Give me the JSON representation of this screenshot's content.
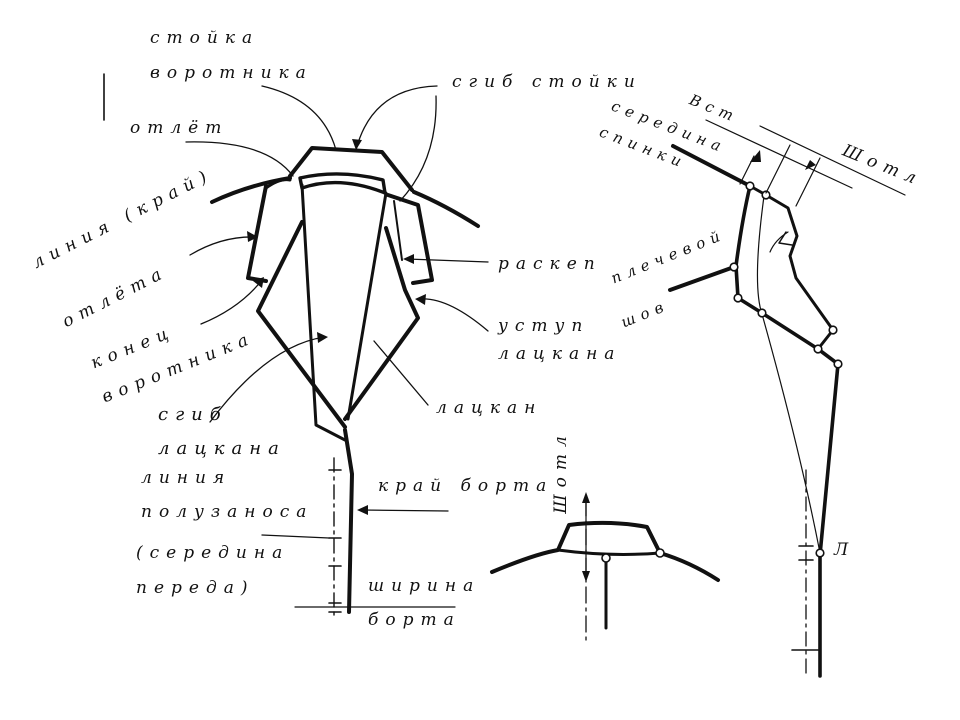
{
  "labels": {
    "stand_collar_line1": "стойка",
    "stand_collar_line2": "воротника",
    "stand_fold": "сгиб стойки",
    "otlyot": "отлёт",
    "otlyot_edge_line1": "линия (край)",
    "otlyot_edge_line2": "отлёта",
    "collar_end_line1": "конец",
    "collar_end_line2": "воротника",
    "notch": "раскеп",
    "lapel_step_line1": "уступ",
    "lapel_step_line2": "лацкана",
    "lapel": "лацкан",
    "lapel_fold_line1": "сгиб",
    "lapel_fold_line2": "лацкана",
    "half_overlap_line1": "линия",
    "half_overlap_line2": "полузаноса",
    "front_center_line1": "(середина",
    "front_center_line2": "переда)",
    "front_edge": "край борта",
    "front_width_line1": "ширина",
    "front_width_line2": "борта",
    "shot_small": "Шотл",
    "back_center_line1": "середина",
    "back_center_line2": "спинки",
    "vst": "Вст",
    "shot_right": "Шотл",
    "shoulder_seam_line1": "плечевой",
    "shoulder_seam_line2": "шов",
    "point_l": "Л"
  },
  "colors": {
    "ink": "#111111",
    "background": "#ffffff"
  }
}
